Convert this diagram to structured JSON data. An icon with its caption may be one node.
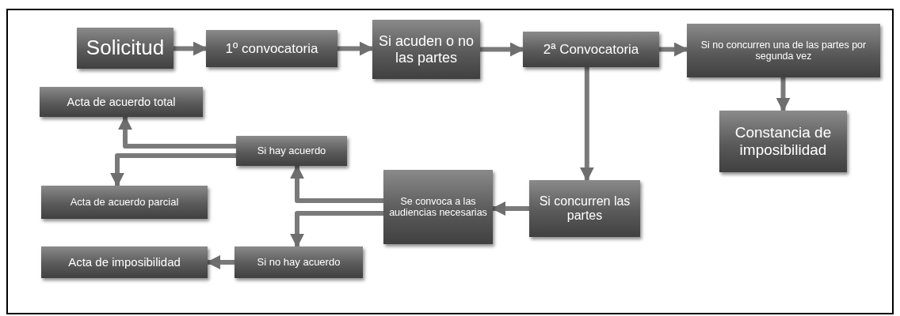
{
  "diagram": {
    "nodes": [
      {
        "text": [
          "Solicitud"
        ]
      },
      {
        "text": [
          "1º convocatoria"
        ]
      },
      {
        "text": [
          "Si acuden o no las partes"
        ]
      },
      {
        "text": [
          "2ª Convocatoria"
        ]
      },
      {
        "text": [
          "Si no concurren una de las partes por segunda vez"
        ]
      },
      {
        "text": [
          "Constancia de imposibilidad"
        ]
      },
      {
        "text": [
          "Acta de acuerdo total"
        ]
      },
      {
        "text": [
          "Si hay acuerdo"
        ]
      },
      {
        "text": [
          "Acta de acuerdo parcial"
        ]
      },
      {
        "text": [
          "Se convoca a las audiencias necesarias"
        ]
      },
      {
        "text": [
          "Si concurren las partes"
        ]
      },
      {
        "text": [
          "Acta de imposibilidad"
        ]
      },
      {
        "text": [
          "Si no hay acuerdo"
        ]
      }
    ],
    "edges": [
      {
        "from": 0,
        "to": 1,
        "arrow": "to"
      },
      {
        "from": 1,
        "to": 2,
        "arrow": "to"
      },
      {
        "from": 2,
        "to": 3,
        "arrow": "to"
      },
      {
        "from": 3,
        "to": 4,
        "arrow": "to"
      },
      {
        "from": 4,
        "to": 5,
        "arrow": "to"
      },
      {
        "from": 3,
        "to": 10,
        "arrow": "to"
      },
      {
        "from": 10,
        "to": 9,
        "arrow": "to"
      },
      {
        "from": 9,
        "to": 7,
        "arrow": "to"
      },
      {
        "from": 9,
        "to": 12,
        "arrow": "to"
      },
      {
        "from": 7,
        "to": 6,
        "arrow": "to"
      },
      {
        "from": 7,
        "to": 8,
        "arrow": "to"
      },
      {
        "from": 12,
        "to": 11,
        "arrow": "to"
      }
    ]
  }
}
